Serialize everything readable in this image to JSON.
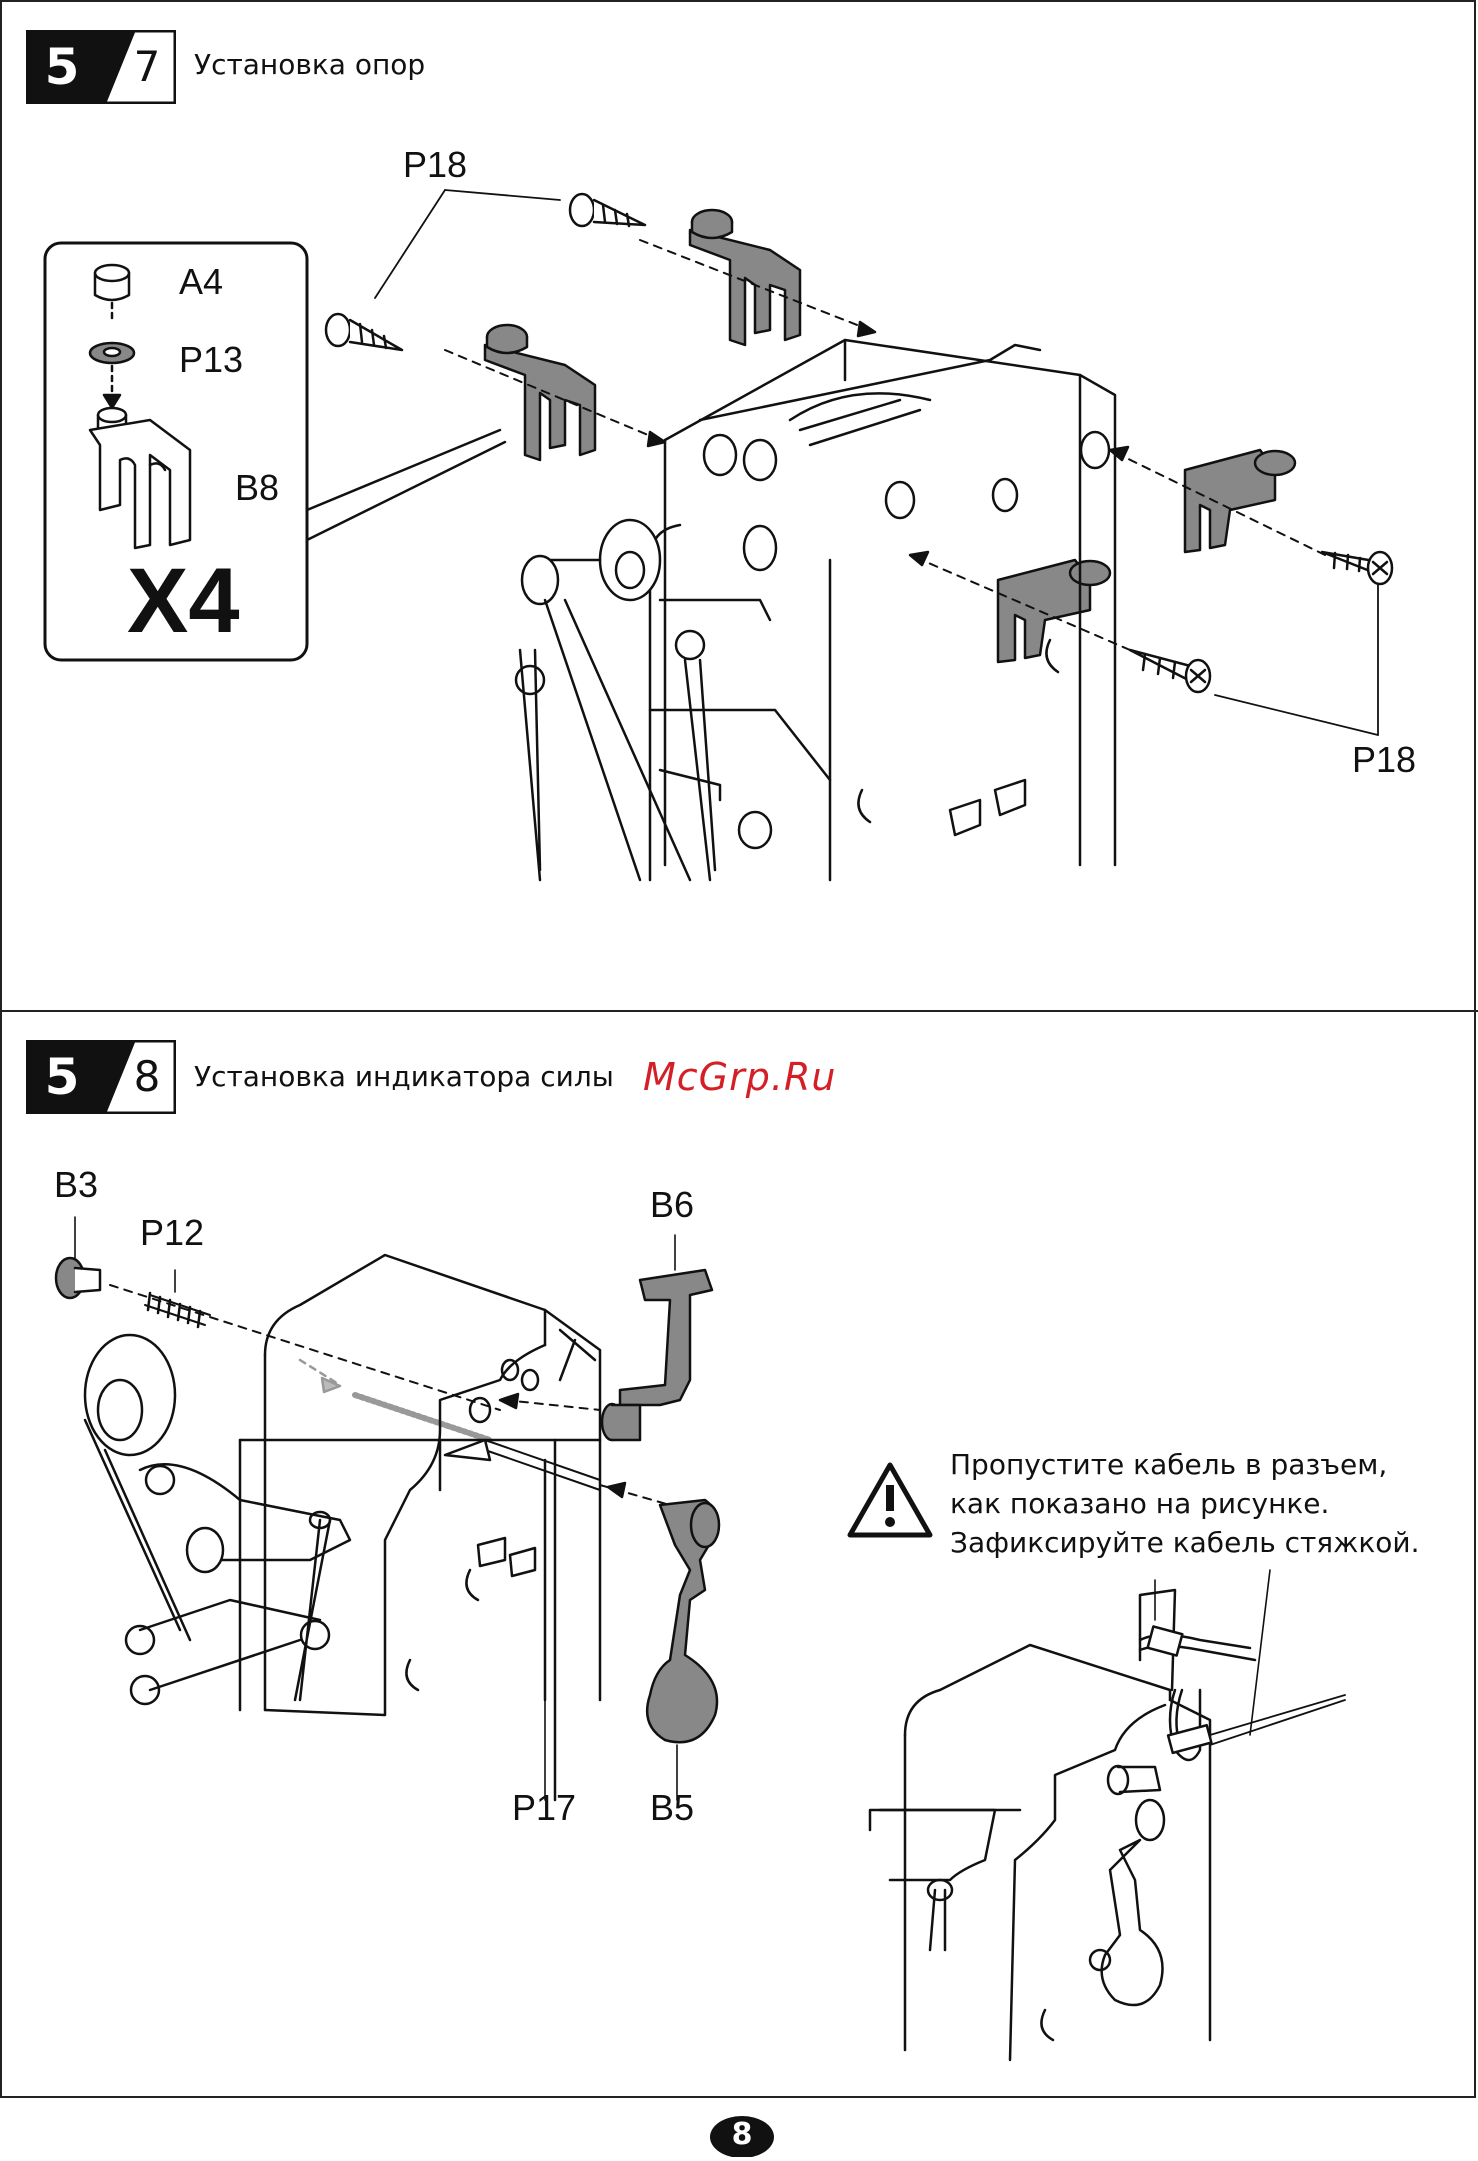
{
  "step7": {
    "major": "5",
    "minor": "7",
    "title": "Установка опор",
    "labels": {
      "p18_top": "P18",
      "p18_right": "P18",
      "a4": "A4",
      "p13": "P13",
      "b8": "B8",
      "quantity": "X4"
    }
  },
  "step8": {
    "major": "5",
    "minor": "8",
    "title": "Установка индикатора силы",
    "labels": {
      "b3": "B3",
      "p12": "P12",
      "b6": "B6",
      "p17": "P17",
      "b5": "B5"
    },
    "warning": {
      "icon": "warning-triangle-icon",
      "lines": [
        "Пропустите кабель в разъем,",
        "как показано на рисунке.",
        "Зафиксируйте кабель стяжкой."
      ]
    }
  },
  "watermark": "McGrp.Ru",
  "page_number": "8"
}
